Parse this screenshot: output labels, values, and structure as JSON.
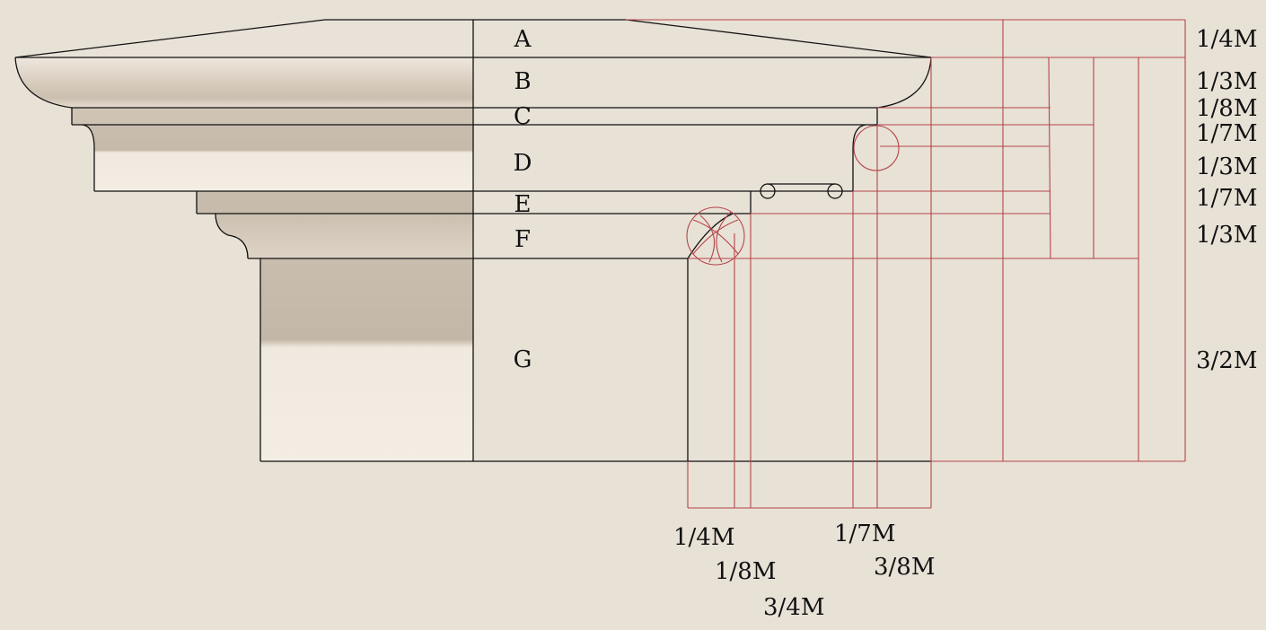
{
  "diagram": {
    "type": "architectural capital proportion drawing (entablature / column capital profile)",
    "layer_labels": [
      {
        "id": "A",
        "text": "A"
      },
      {
        "id": "B",
        "text": "B"
      },
      {
        "id": "C",
        "text": "C"
      },
      {
        "id": "D",
        "text": "D"
      },
      {
        "id": "E",
        "text": "E"
      },
      {
        "id": "F",
        "text": "F"
      },
      {
        "id": "G",
        "text": "G"
      }
    ],
    "vertical_measures": [
      {
        "layer": "A",
        "text": "1/4M"
      },
      {
        "layer": "B",
        "text": "1/3M"
      },
      {
        "layer": "C",
        "text": "1/8M"
      },
      {
        "layer": "D-top",
        "text": "1/7M"
      },
      {
        "layer": "D",
        "text": "1/3M"
      },
      {
        "layer": "E",
        "text": "1/7M"
      },
      {
        "layer": "F",
        "text": "1/3M"
      },
      {
        "layer": "G",
        "text": "3/2M"
      }
    ],
    "horizontal_measures": [
      {
        "text": "1/4M"
      },
      {
        "text": "1/8M"
      },
      {
        "text": "3/4M"
      },
      {
        "text": "1/7M"
      },
      {
        "text": "3/8M"
      }
    ]
  },
  "colors": {
    "background": "#e8e1d6",
    "construction_lines": "#b5454a",
    "outline": "#111111",
    "stone_light": "#f2ebe1",
    "stone_shadow": "#c9bdae"
  }
}
